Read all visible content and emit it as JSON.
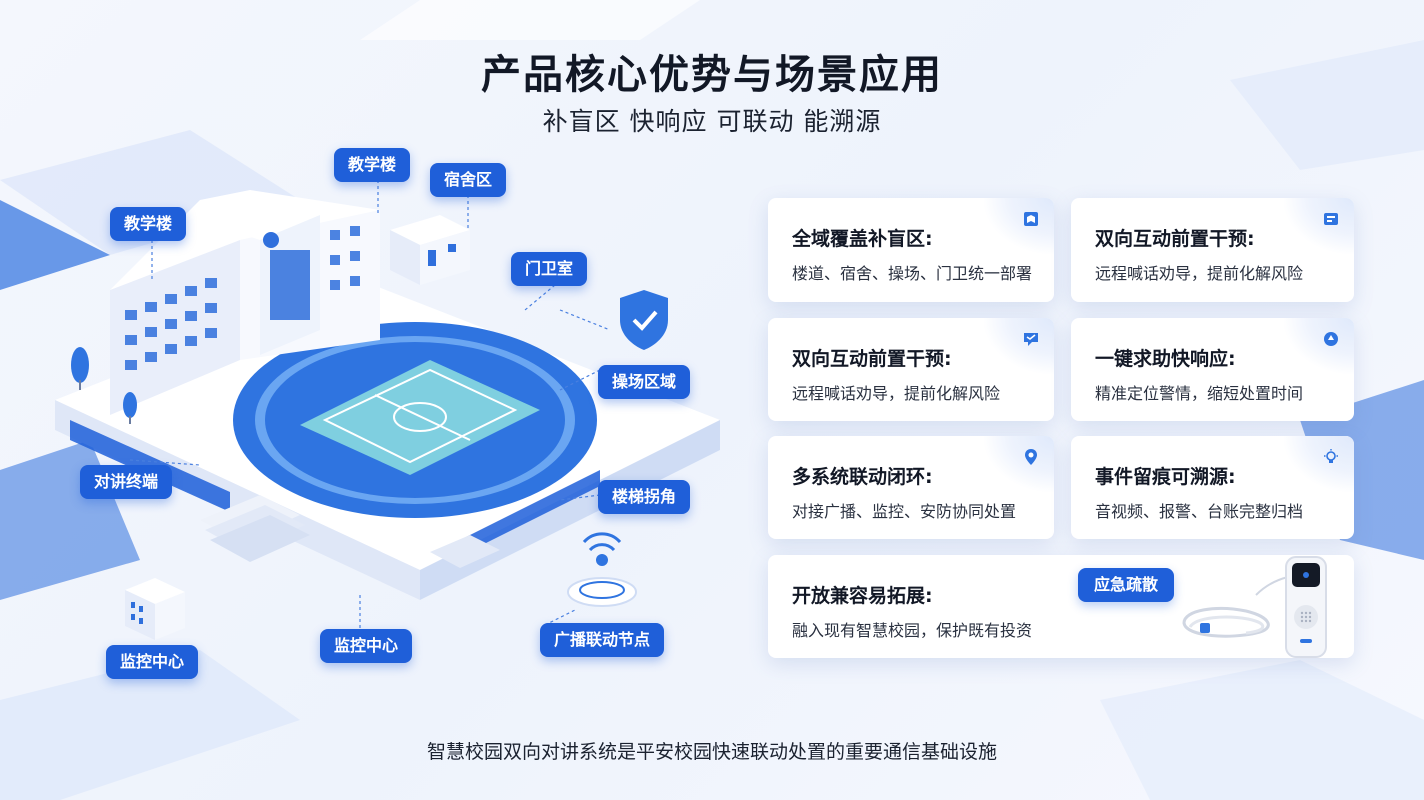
{
  "header": {
    "title": "产品核心优势与场景应用",
    "subtitle": "补盲区 快响应 可联动 能溯源"
  },
  "labels": [
    {
      "id": "teach-left",
      "text": "教学楼"
    },
    {
      "id": "teach-top",
      "text": "教学楼"
    },
    {
      "id": "dorm",
      "text": "宿舍区"
    },
    {
      "id": "gate",
      "text": "门卫室"
    },
    {
      "id": "playground",
      "text": "操场区域"
    },
    {
      "id": "terminal",
      "text": "对讲终端"
    },
    {
      "id": "stair",
      "text": "楼梯拐角"
    },
    {
      "id": "monitor-left",
      "text": "监控中心"
    },
    {
      "id": "monitor-mid",
      "text": "监控中心"
    },
    {
      "id": "broadcast",
      "text": "广播联动节点"
    }
  ],
  "cards": [
    {
      "title": "全域覆盖补盲区:",
      "desc": "楼道、宿舍、操场、门卫统一部署",
      "icon": "map-icon"
    },
    {
      "title": "双向互动前置干预:",
      "desc": "远程喊话劝导，提前化解风险",
      "icon": "panel-icon"
    },
    {
      "title": "双向互动前置干预:",
      "desc": "远程喊话劝导，提前化解风险",
      "icon": "chat-icon"
    },
    {
      "title": "一键求助快响应:",
      "desc": "精准定位警情，缩短处置时间",
      "icon": "alert-icon"
    },
    {
      "title": "多系统联动闭环:",
      "desc": "对接广播、监控、安防协同处置",
      "icon": "location-icon"
    },
    {
      "title": "事件留痕可溯源:",
      "desc": "音视频、报警、台账完整归档",
      "icon": "bulb-icon"
    }
  ],
  "wide_card": {
    "title": "开放兼容易拓展:",
    "desc": "融入现有智慧校园，保护既有投资",
    "badge": "应急疏散"
  },
  "footer": "智慧校园双向对讲系统是平安校园快速联动处置的重要通信基础设施",
  "colors": {
    "accent": "#1f5fd9",
    "title": "#121826",
    "background": "#f1f5fc"
  }
}
